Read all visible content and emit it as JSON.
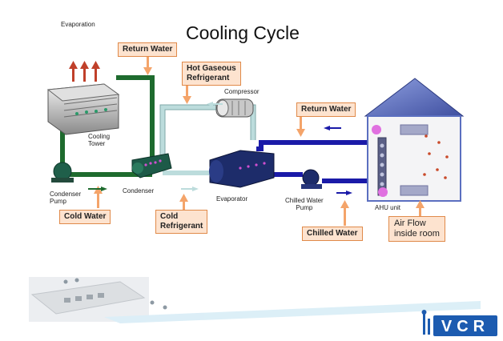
{
  "title": "Cooling Cycle",
  "corner_label": "Evaporation",
  "callouts": {
    "return_water_top": "Return  Water",
    "hot_gaseous_refrigerant": [
      "Hot Gaseous",
      "Refrigerant"
    ],
    "return_water_right": "Return Water",
    "cold_water": "Cold  Water",
    "cold_refrigerant": [
      "Cold",
      "Refrigerant"
    ],
    "chilled_water": "Chilled Water",
    "air_flow": [
      "Air Flow",
      "inside room"
    ]
  },
  "components": {
    "cooling_tower": [
      "Cooling",
      "Tower"
    ],
    "compressor": "Compressor",
    "condenser_pump": [
      "Condenser",
      "Pump"
    ],
    "condenser": "Condenser",
    "evaporator": "Evaporator",
    "chilled_water_pump": [
      "Chilled Water",
      "Pump"
    ],
    "ahu_unit": "AHU unit"
  },
  "logo": {
    "text": "VCR",
    "color": "#1c5bb0"
  },
  "colors": {
    "condenser_water_pipe": "#1e6b2e",
    "refrigerant_pipe": "#bcdcdc",
    "chilled_water_pipe": "#1a1aa8",
    "callout_fill": "#fde3cf",
    "callout_border": "#e08a4a",
    "arrow": "#f4a46a",
    "heat_arrow": "#c0402a",
    "building": "#5b6fc0"
  }
}
